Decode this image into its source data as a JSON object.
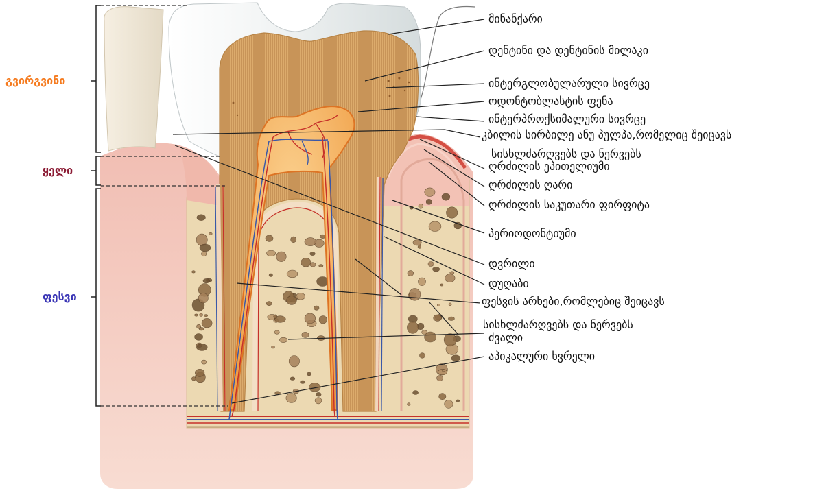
{
  "diagram": {
    "side_labels": {
      "crown": "გვირგვინი",
      "neck": "ყელი",
      "root": "ფესვი"
    },
    "labels": {
      "enamel": "მინანქარი",
      "dentin": "დენტინი და დენტინის მილაკი",
      "interglobular_space": "ინტერგლობულარული სივრცე",
      "odontoblast_layer": "ოდონტობლასტის ფენა",
      "interproximal_space": "ინტერპროქსიმალური სივრცე",
      "pulp_line1": "კბილის სირბილე ანუ პულპა,რომელიც შეიცავს",
      "pulp_line2": "სისხლძარღვებს და ნერვებს",
      "gingival_epithelium": "ღრძილის ეპითელიუმი",
      "gingival_sulcus": "ღრძილის ღარი",
      "lamina_propria": "ღრძილის საკუთარი ფირფიტა",
      "periodontium": "პერიოდონტიუმი",
      "papilla": "დვრილი",
      "cementum": "დუღაბი",
      "root_canals_line1": "ფესვის არხები,რომლებიც შეიცავს",
      "root_canals_line2": "სისხლძარღვებს და ნერვებს",
      "bone": "ძვალი",
      "apical_foramen": "აპიკალური ხვრელი"
    },
    "colors": {
      "crown": "#f57b1f",
      "neck": "#8c1c35",
      "root": "#3a35b5"
    }
  }
}
